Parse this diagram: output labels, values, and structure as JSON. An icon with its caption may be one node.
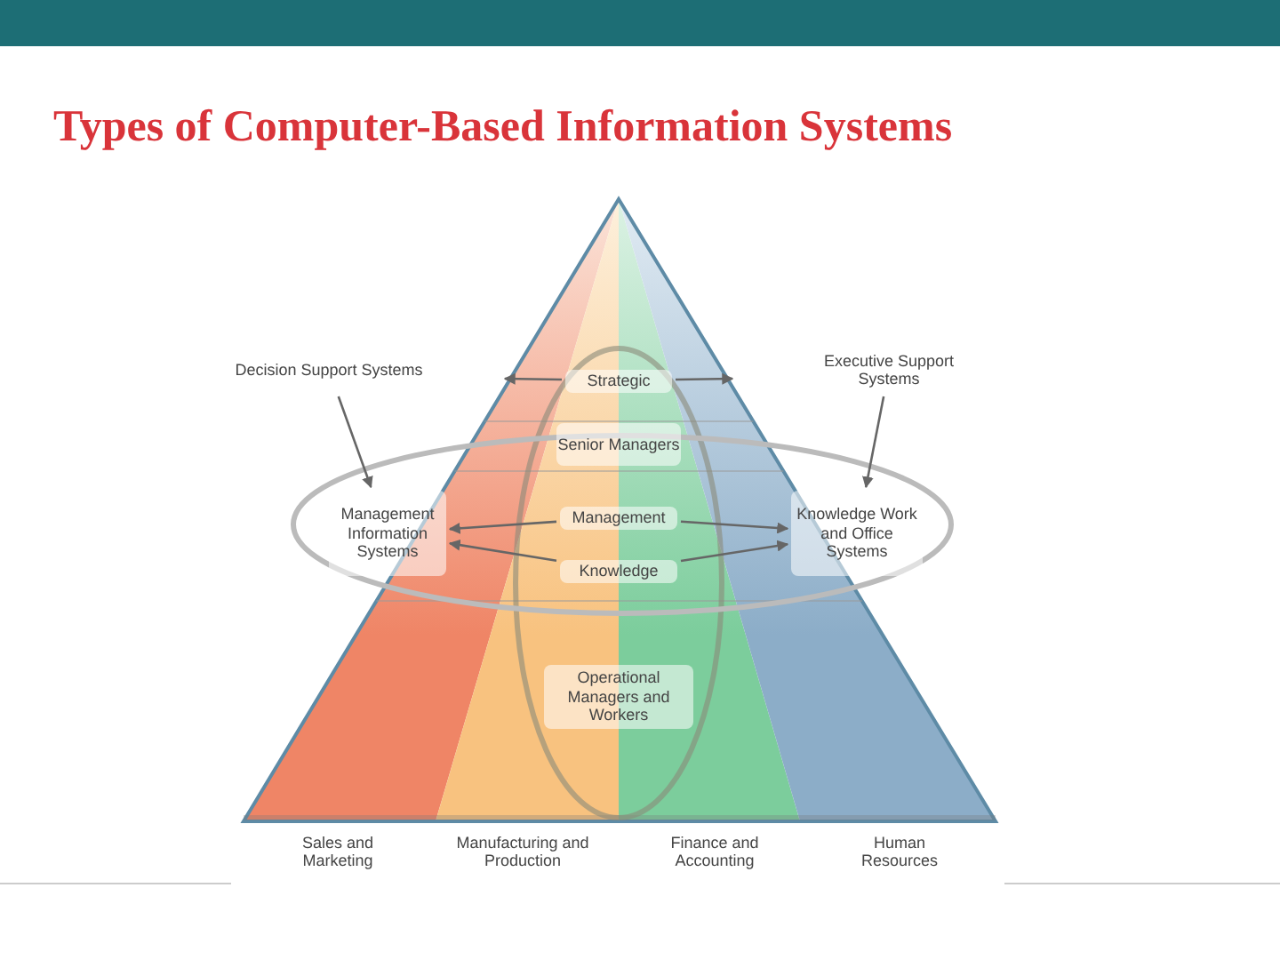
{
  "diagram": {
    "title": "Types of Computer-Based Information Systems",
    "nodes": [
      {
        "text": [
          "Decision Support Systems"
        ]
      },
      {
        "text": [
          "Executive Support Systems"
        ]
      },
      {
        "text": [
          "Strategic"
        ]
      },
      {
        "text": [
          "Senior Managers"
        ]
      },
      {
        "text": [
          "Management"
        ]
      },
      {
        "text": [
          "Knowledge"
        ]
      },
      {
        "text": [
          "Operational Managers and Workers"
        ]
      },
      {
        "text": [
          "Management Information Systems"
        ]
      },
      {
        "text": [
          "Knowledge Work and Office Systems"
        ]
      },
      {
        "text": [
          "Sales and Marketing"
        ]
      },
      {
        "text": [
          "Manufacturing and Production"
        ]
      },
      {
        "text": [
          "Finance and Accounting"
        ]
      },
      {
        "text": [
          "Human Resources"
        ]
      }
    ],
    "edges": [
      {
        "from": 0,
        "to": 7,
        "arrow": "to"
      },
      {
        "from": 1,
        "to": 8,
        "arrow": "to"
      },
      {
        "from": 2,
        "to": null,
        "arrow": "to"
      },
      {
        "from": 2,
        "to": null,
        "arrow": "to"
      },
      {
        "from": 4,
        "to": 7,
        "arrow": "to"
      },
      {
        "from": 4,
        "to": 8,
        "arrow": "to"
      },
      {
        "from": 5,
        "to": 7,
        "arrow": "to"
      },
      {
        "from": 5,
        "to": 8,
        "arrow": "to"
      }
    ]
  }
}
